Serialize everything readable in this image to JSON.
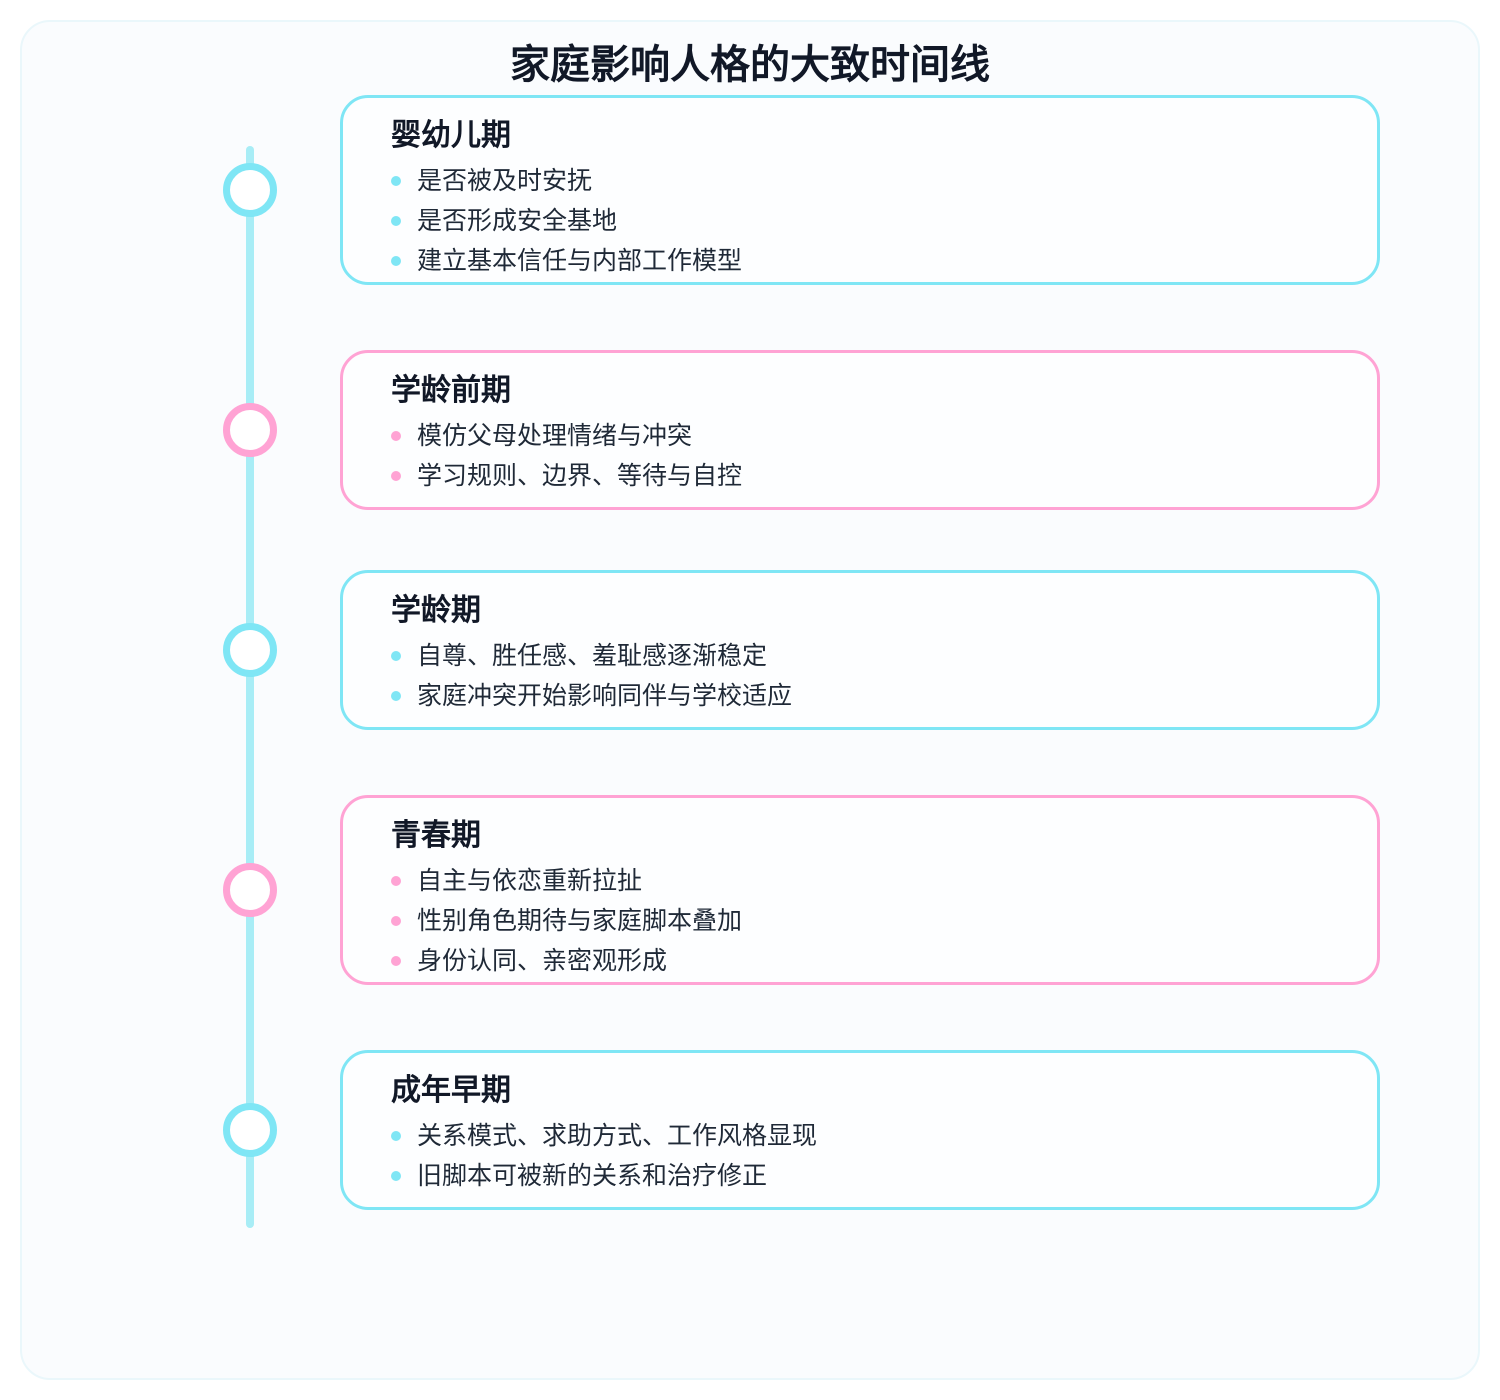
{
  "title": "家庭影响人格的大致时间线",
  "colors": {
    "timeline_line": "#a8edf6",
    "cyan_accent": "#7fe6f5",
    "pink_accent": "#ffa3d4",
    "text": "#111827"
  },
  "stages": [
    {
      "title": "婴幼儿期",
      "accent": "#7fe6f5",
      "items": [
        "是否被及时安抚",
        "是否形成安全基地",
        "建立基本信任与内部工作模型"
      ]
    },
    {
      "title": "学龄前期",
      "accent": "#ffa3d4",
      "items": [
        "模仿父母处理情绪与冲突",
        "学习规则、边界、等待与自控"
      ]
    },
    {
      "title": "学龄期",
      "accent": "#7fe6f5",
      "items": [
        "自尊、胜任感、羞耻感逐渐稳定",
        "家庭冲突开始影响同伴与学校适应"
      ]
    },
    {
      "title": "青春期",
      "accent": "#ffa3d4",
      "items": [
        "自主与依恋重新拉扯",
        "性别角色期待与家庭脚本叠加",
        "身份认同、亲密观形成"
      ]
    },
    {
      "title": "成年早期",
      "accent": "#7fe6f5",
      "items": [
        "关系模式、求助方式、工作风格显现",
        "旧脚本可被新的关系和治疗修正"
      ]
    }
  ]
}
